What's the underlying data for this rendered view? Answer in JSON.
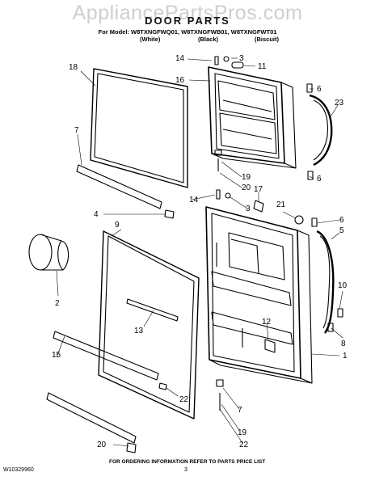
{
  "watermark": "AppliancePartsPros.com",
  "title": "DOOR PARTS",
  "models_line": "For Model: W8TXNGFWQ01, W8TXNGFWB01, W8TXNGFWT01",
  "variants": [
    "(White)",
    "(Black)",
    "(Biscuit)"
  ],
  "footer": {
    "doc_number": "W10329960",
    "page_number": "3",
    "instruction": "FOR ORDERING INFORMATION REFER TO PARTS PRICE LIST"
  },
  "callouts": [
    {
      "id": "c14a",
      "text": "14"
    },
    {
      "id": "c3a",
      "text": "3"
    },
    {
      "id": "c11",
      "text": "11"
    },
    {
      "id": "c16",
      "text": "16"
    },
    {
      "id": "c18",
      "text": "18"
    },
    {
      "id": "c6a",
      "text": "6"
    },
    {
      "id": "c23",
      "text": "23"
    },
    {
      "id": "c7a",
      "text": "7"
    },
    {
      "id": "c19a",
      "text": "19"
    },
    {
      "id": "c20a",
      "text": "20"
    },
    {
      "id": "c6b",
      "text": "6"
    },
    {
      "id": "c17",
      "text": "17"
    },
    {
      "id": "c14b",
      "text": "14"
    },
    {
      "id": "c3b",
      "text": "3"
    },
    {
      "id": "c21",
      "text": "21"
    },
    {
      "id": "c4",
      "text": "4"
    },
    {
      "id": "c9",
      "text": "9"
    },
    {
      "id": "c6c",
      "text": "6"
    },
    {
      "id": "c5",
      "text": "5"
    },
    {
      "id": "c2",
      "text": "2"
    },
    {
      "id": "c10",
      "text": "10"
    },
    {
      "id": "c13",
      "text": "13"
    },
    {
      "id": "c12",
      "text": "12"
    },
    {
      "id": "c8",
      "text": "8"
    },
    {
      "id": "c15",
      "text": "15"
    },
    {
      "id": "c1",
      "text": "1"
    },
    {
      "id": "c22a",
      "text": "22"
    },
    {
      "id": "c7b",
      "text": "7"
    },
    {
      "id": "c19b",
      "text": "19"
    },
    {
      "id": "c20b",
      "text": "20"
    },
    {
      "id": "c22b",
      "text": "22"
    }
  ]
}
